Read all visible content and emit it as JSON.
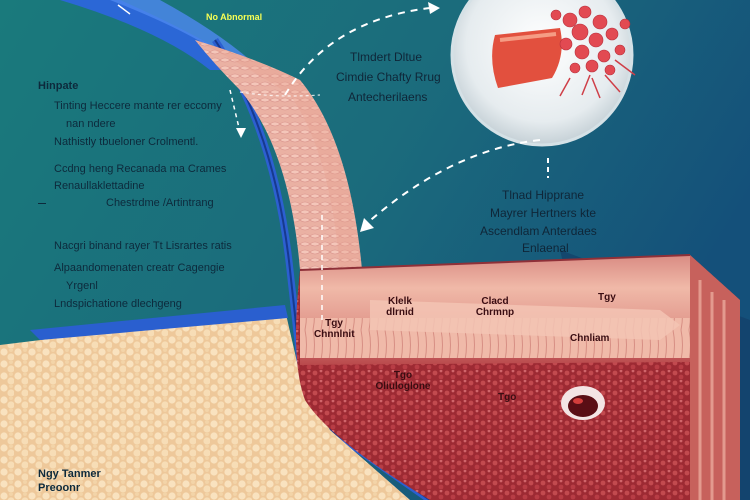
{
  "colors": {
    "background": "#1b6f78",
    "background_right": "#155b79",
    "vessel_blue": "#1f5fd0",
    "tissue_pink": "#e9a79a",
    "tissue_red": "#a8323a",
    "fat_cream": "#f5d7a8",
    "tag_yellow": "#f7ff54"
  },
  "top_tag": "No Abnormal",
  "left_panel": {
    "heading": "Hinpate",
    "items": [
      "Tinting Heccere mante rer eccomy",
      "nan ndere",
      "Nathistly tbueloner Crolmentl.",
      "Ccdng heng Recanada ma Crames",
      "Renaullaklettadine",
      "Chestrdme /Artintrang",
      "Nacgri binand rayer Tt Lisrartes ratis",
      "Alpaandomenaten creatr Cagengie",
      "Yrgenl",
      "Lndspichatione dlechgeng"
    ]
  },
  "callout_top": {
    "line1": "Tlmdert Dltue",
    "line2": "Cimdie Chafty Rrug",
    "line3": "Antecherilaens"
  },
  "callout_mid": {
    "line1": "Tlnad Hipprane",
    "line2": "Mayrer Hertners kte",
    "line3": "Ascendlam Anterdaes",
    "line4": "Enlaenal"
  },
  "tissue_labels": {
    "vessel_label": "Tgy Chnnlnit",
    "layer1": "Klelk dlrnid",
    "layer2": "Clacd Chrmnp",
    "layer3": "Tgy",
    "layer4": "Chnliam",
    "deep1": "Tgo Oliuloglone",
    "deep2": "Tgo"
  },
  "bottom_label": {
    "line1": "Ngy Tanmer",
    "line2": "Preoonr"
  }
}
